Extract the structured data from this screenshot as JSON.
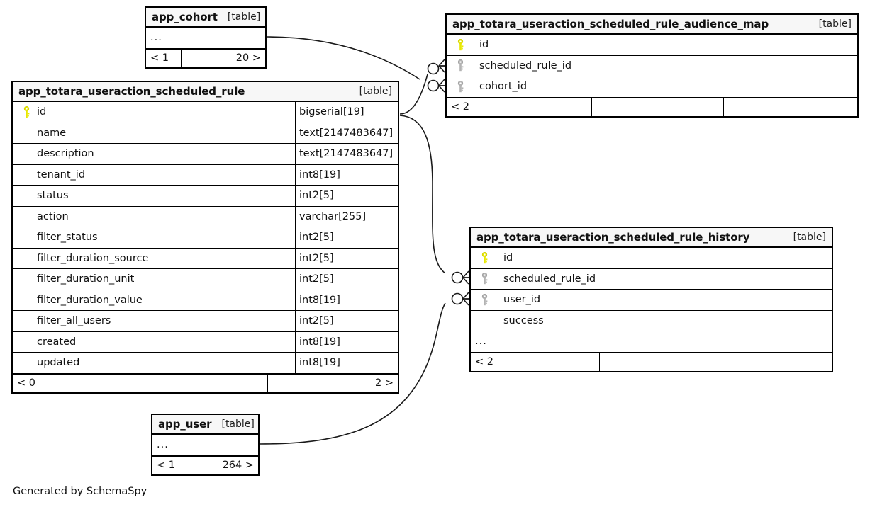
{
  "diagram": {
    "generator_note": "Generated by SchemaSpy",
    "table_tag": "[table]",
    "ellipsis": "...",
    "colors": {
      "primary_key": "#e8e800",
      "foreign_key": "#b3b3b3",
      "line": "#1a1a1a",
      "header_bg": "#f7f7f7",
      "border": "#000000"
    }
  },
  "tables": {
    "cohort": {
      "name": "app_cohort",
      "tag": "[table]",
      "rows": [
        {
          "key": "none",
          "name": "...",
          "type": ""
        }
      ],
      "footer": {
        "left": "< 1",
        "mid": "",
        "right": "20 >"
      }
    },
    "main": {
      "name": "app_totara_useraction_scheduled_rule",
      "tag": "[table]",
      "rows": [
        {
          "key": "primary",
          "name": "id",
          "type": "bigserial[19]"
        },
        {
          "key": "none",
          "name": "name",
          "type": "text[2147483647]"
        },
        {
          "key": "none",
          "name": "description",
          "type": "text[2147483647]"
        },
        {
          "key": "none",
          "name": "tenant_id",
          "type": "int8[19]"
        },
        {
          "key": "none",
          "name": "status",
          "type": "int2[5]"
        },
        {
          "key": "none",
          "name": "action",
          "type": "varchar[255]"
        },
        {
          "key": "none",
          "name": "filter_status",
          "type": "int2[5]"
        },
        {
          "key": "none",
          "name": "filter_duration_source",
          "type": "int2[5]"
        },
        {
          "key": "none",
          "name": "filter_duration_unit",
          "type": "int2[5]"
        },
        {
          "key": "none",
          "name": "filter_duration_value",
          "type": "int8[19]"
        },
        {
          "key": "none",
          "name": "filter_all_users",
          "type": "int2[5]"
        },
        {
          "key": "none",
          "name": "created",
          "type": "int8[19]"
        },
        {
          "key": "none",
          "name": "updated",
          "type": "int8[19]"
        }
      ],
      "footer": {
        "left": "< 0",
        "mid": "",
        "right": "2 >"
      }
    },
    "audience": {
      "name": "app_totara_useraction_scheduled_rule_audience_map",
      "tag": "[table]",
      "rows": [
        {
          "key": "primary",
          "name": "id",
          "type": ""
        },
        {
          "key": "foreign",
          "name": "scheduled_rule_id",
          "type": ""
        },
        {
          "key": "foreign",
          "name": "cohort_id",
          "type": ""
        }
      ],
      "footer": {
        "left": "< 2",
        "mid": "",
        "right": ""
      }
    },
    "history": {
      "name": "app_totara_useraction_scheduled_rule_history",
      "tag": "[table]",
      "rows": [
        {
          "key": "primary",
          "name": "id",
          "type": ""
        },
        {
          "key": "foreign",
          "name": "scheduled_rule_id",
          "type": ""
        },
        {
          "key": "foreign",
          "name": "user_id",
          "type": ""
        },
        {
          "key": "none",
          "name": "success",
          "type": ""
        },
        {
          "key": "none",
          "name": "...",
          "type": ""
        }
      ],
      "footer": {
        "left": "< 2",
        "mid": "",
        "right": ""
      }
    },
    "user": {
      "name": "app_user",
      "tag": "[table]",
      "rows": [
        {
          "key": "none",
          "name": "...",
          "type": ""
        }
      ],
      "footer": {
        "left": "< 1",
        "mid": "",
        "right": "264 >"
      }
    }
  },
  "relationships": [
    {
      "id": "rel-main-audience",
      "from": "app_totara_useraction_scheduled_rule.id",
      "to": "app_totara_useraction_scheduled_rule_audience_map.scheduled_rule_id"
    },
    {
      "id": "rel-cohort-audience",
      "from": "app_cohort",
      "to": "app_totara_useraction_scheduled_rule_audience_map.cohort_id"
    },
    {
      "id": "rel-main-history",
      "from": "app_totara_useraction_scheduled_rule.id",
      "to": "app_totara_useraction_scheduled_rule_history.scheduled_rule_id"
    },
    {
      "id": "rel-user-history",
      "from": "app_user",
      "to": "app_totara_useraction_scheduled_rule_history.user_id"
    }
  ]
}
